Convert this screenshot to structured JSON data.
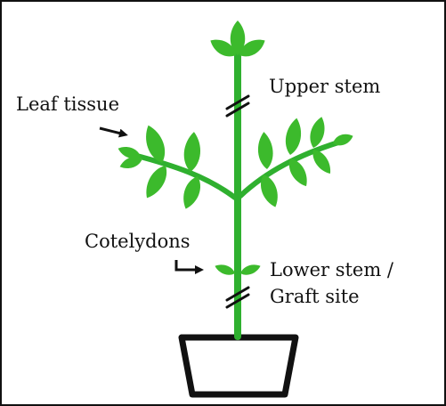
{
  "labels": {
    "leaf_tissue": "Leaf tissue",
    "upper_stem": "Upper stem",
    "cotelydons": "Cotelydons",
    "lower_stem_line1": "Lower stem /",
    "lower_stem_line2": "Graft site"
  },
  "colors": {
    "plant_green": "#2fb02f",
    "leaf_green": "#3cba2c",
    "ink": "#111111",
    "frame": "#111111"
  }
}
